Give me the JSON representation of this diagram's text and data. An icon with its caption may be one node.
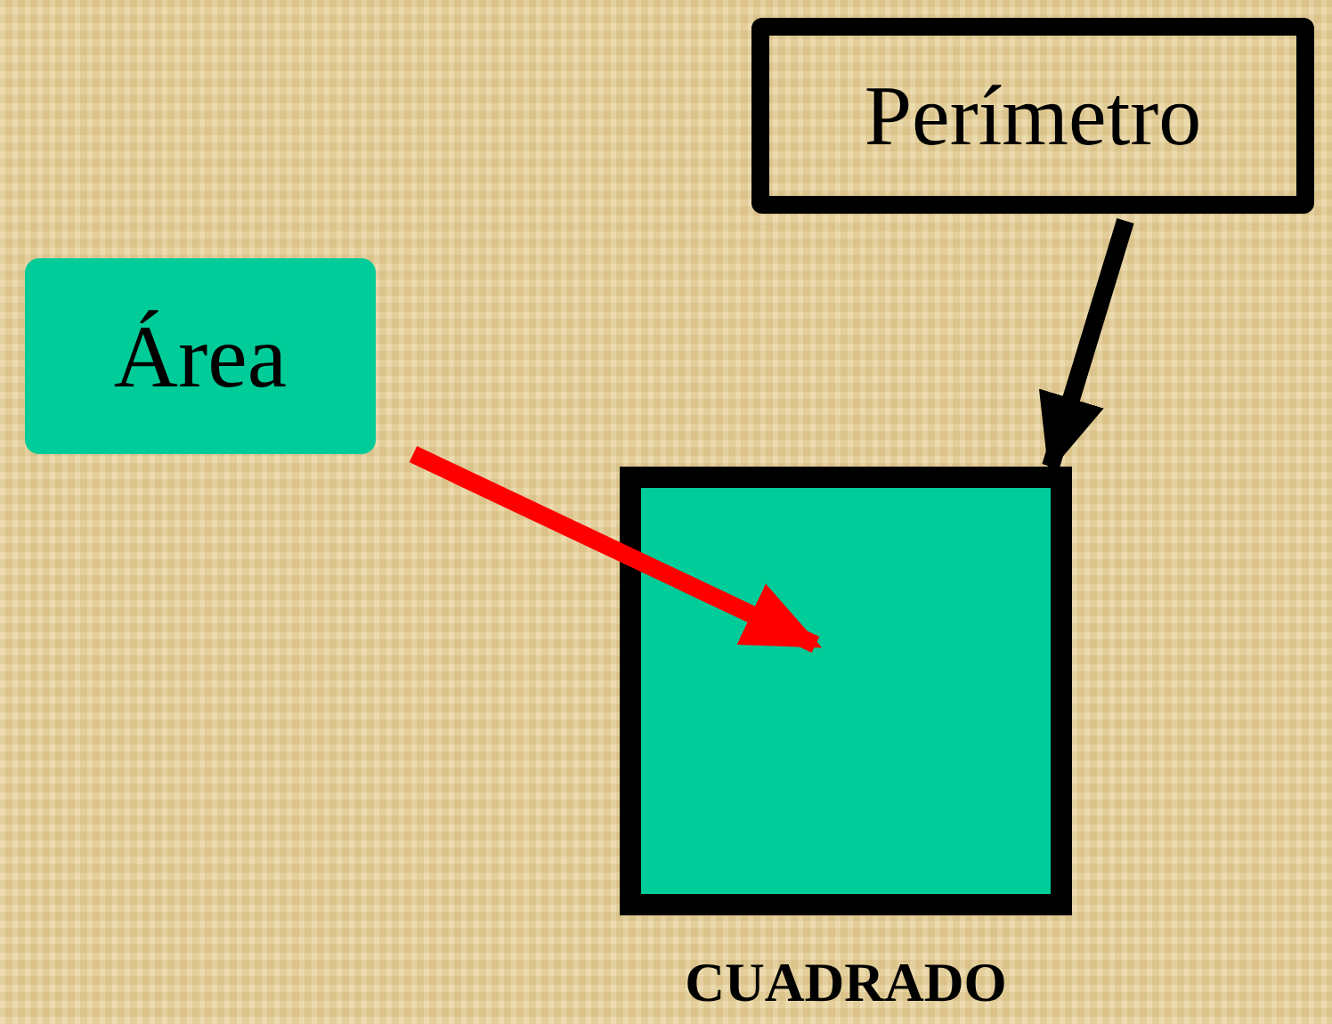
{
  "diagram": {
    "nodes": [
      {
        "text": [
          "Área"
        ]
      },
      {
        "text": [
          "Perímetro"
        ]
      },
      {
        "text": [],
        "shape": "box",
        "beside": [
          "CUADRADO"
        ]
      }
    ],
    "edges": [
      {
        "from": 0,
        "to": 2,
        "arrow": "to",
        "color": "#ff0000"
      },
      {
        "from": 1,
        "to": 2,
        "arrow": "to",
        "color": "#000000"
      }
    ]
  }
}
